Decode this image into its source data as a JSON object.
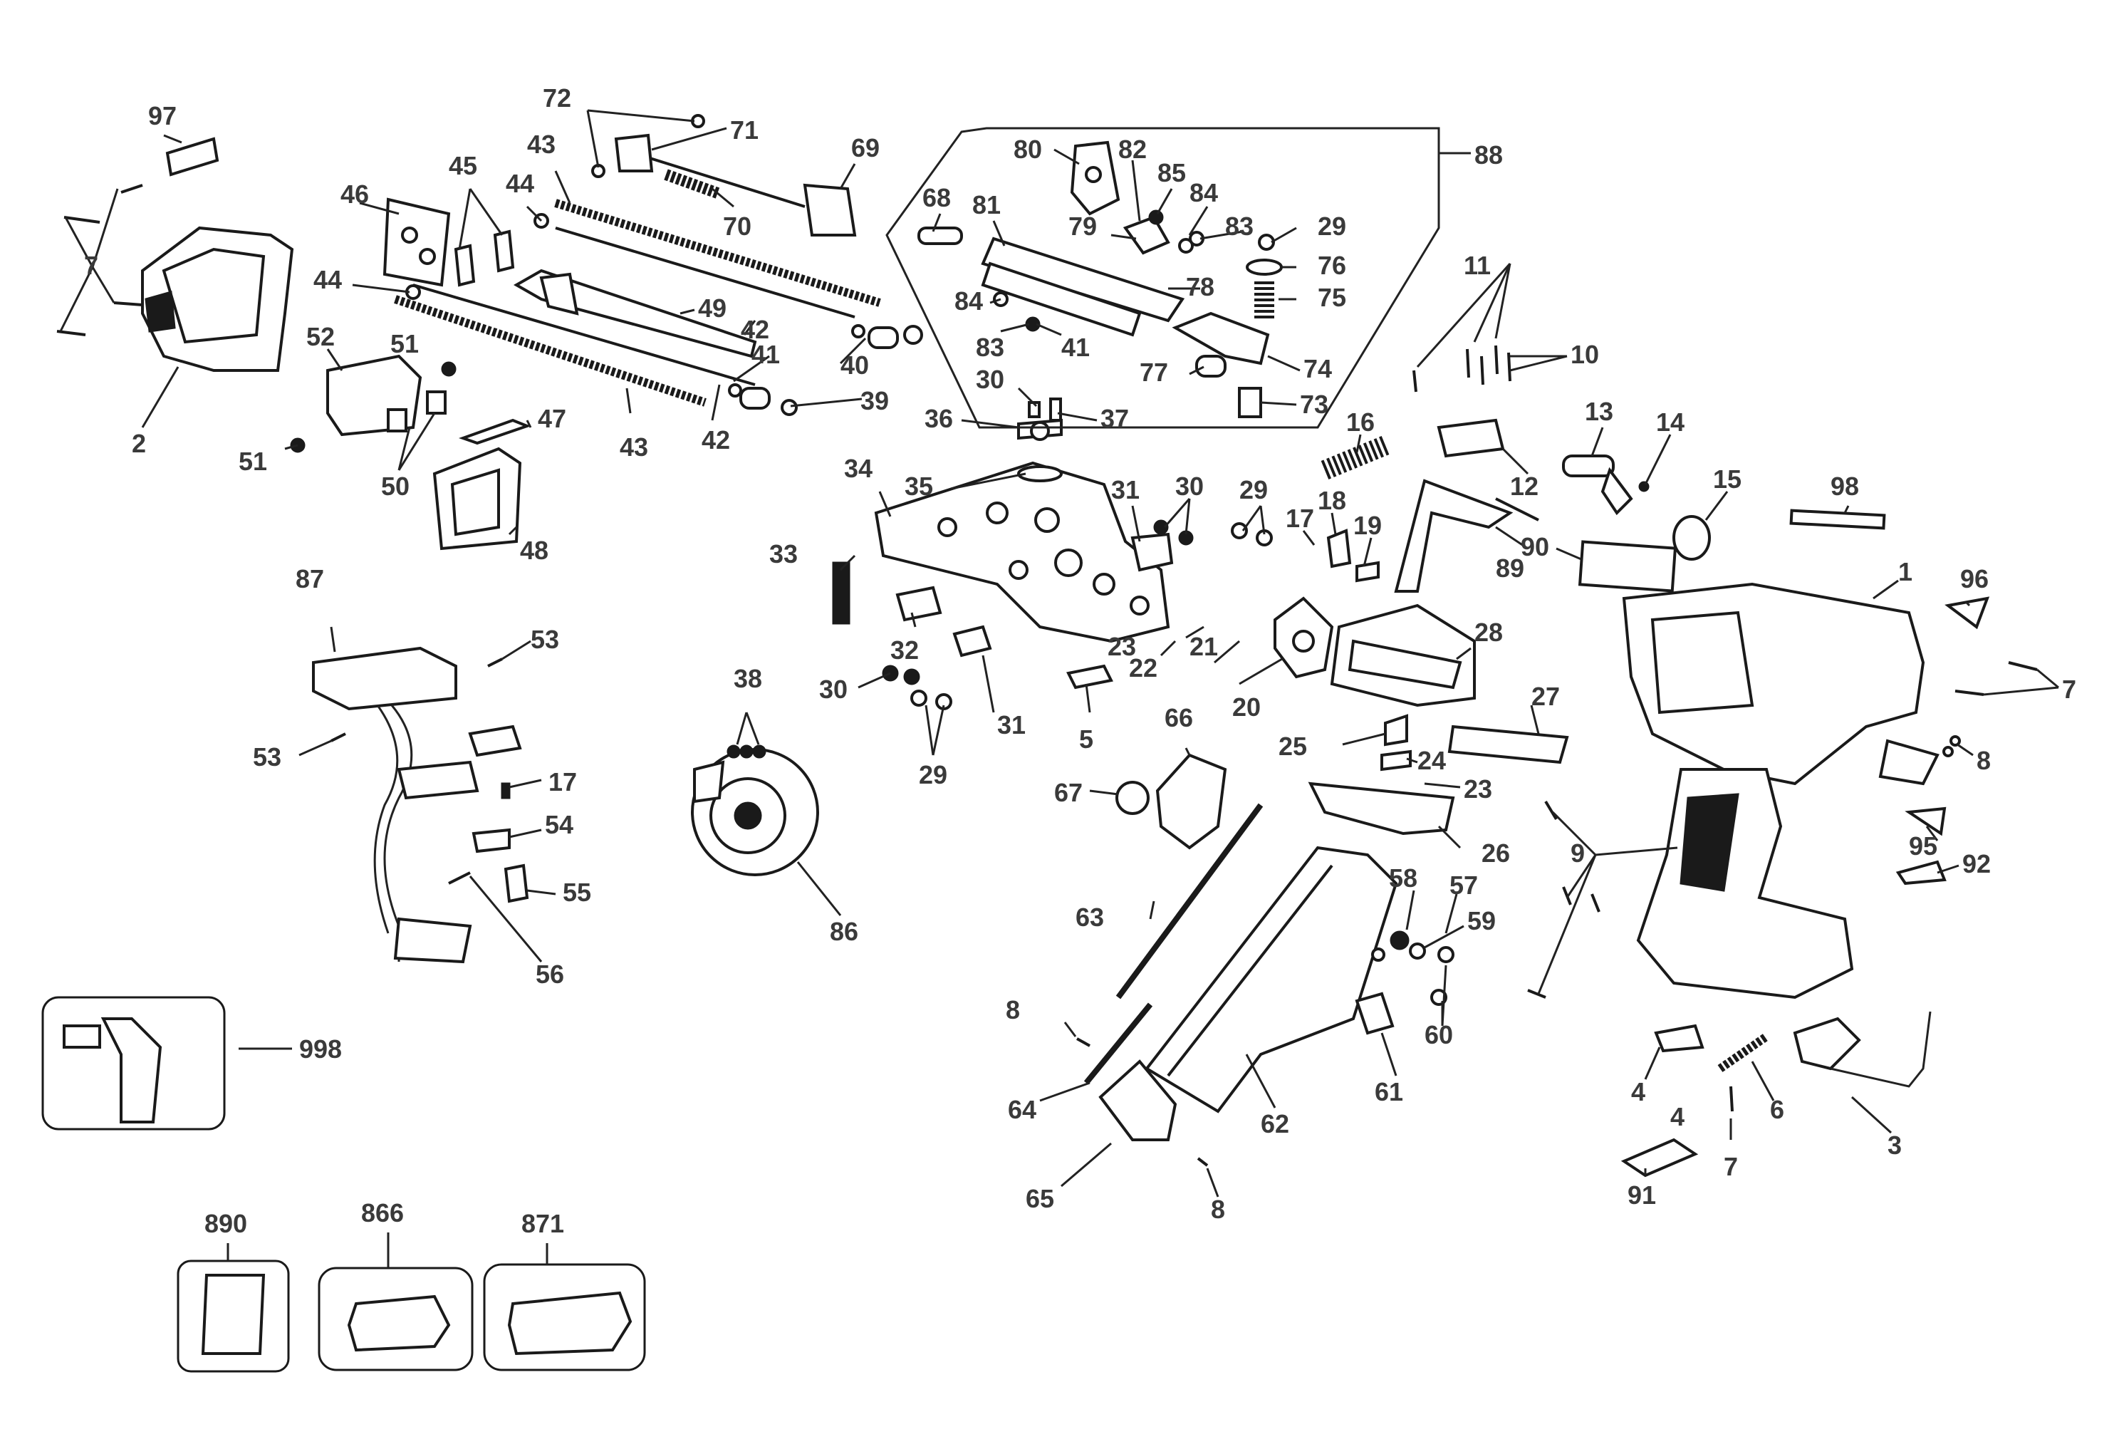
{
  "callouts": {
    "c1": "1",
    "c2": "2",
    "c3": "3",
    "c4a": "4",
    "c4b": "4",
    "c5": "5",
    "c6": "6",
    "c7a": "7",
    "c7b": "7",
    "c7c": "7",
    "c8a": "8",
    "c8b": "8",
    "c8c": "8",
    "c9": "9",
    "c10": "10",
    "c11": "11",
    "c12": "12",
    "c13": "13",
    "c14": "14",
    "c15": "15",
    "c16": "16",
    "c17a": "17",
    "c17b": "17",
    "c18": "18",
    "c19": "19",
    "c20": "20",
    "c21": "21",
    "c22": "22",
    "c23a": "23",
    "c23b": "23",
    "c24": "24",
    "c25": "25",
    "c26": "26",
    "c27": "27",
    "c28": "28",
    "c29a": "29",
    "c29b": "29",
    "c29c": "29",
    "c30a": "30",
    "c30b": "30",
    "c30c": "30",
    "c31a": "31",
    "c31b": "31",
    "c32": "32",
    "c33": "33",
    "c34": "34",
    "c35": "35",
    "c36": "36",
    "c37": "37",
    "c38": "38",
    "c39": "39",
    "c40": "40",
    "c41a": "41",
    "c41b": "41",
    "c42a": "42",
    "c42b": "42",
    "c43a": "43",
    "c43b": "43",
    "c44a": "44",
    "c44b": "44",
    "c45": "45",
    "c46": "46",
    "c47": "47",
    "c48": "48",
    "c49": "49",
    "c50": "50",
    "c51a": "51",
    "c51b": "51",
    "c52": "52",
    "c53a": "53",
    "c53b": "53",
    "c54": "54",
    "c55": "55",
    "c56": "56",
    "c57": "57",
    "c58": "58",
    "c59": "59",
    "c60": "60",
    "c61": "61",
    "c62": "62",
    "c63": "63",
    "c64": "64",
    "c65": "65",
    "c66": "66",
    "c67": "67",
    "c68": "68",
    "c69": "69",
    "c70": "70",
    "c71": "71",
    "c72": "72",
    "c73": "73",
    "c74": "74",
    "c75": "75",
    "c76": "76",
    "c77": "77",
    "c78": "78",
    "c79": "79",
    "c80": "80",
    "c81": "81",
    "c82": "82",
    "c83a": "83",
    "c83b": "83",
    "c84a": "84",
    "c84b": "84",
    "c85": "85",
    "c86": "86",
    "c87": "87",
    "c88": "88",
    "c89": "89",
    "c90": "90",
    "c91": "91",
    "c92": "92",
    "c95": "95",
    "c96": "96",
    "c97": "97",
    "c98": "98",
    "c998": "998",
    "c890": "890",
    "c866": "866",
    "c871": "871"
  },
  "colors": {
    "ink": "#1a1a1a",
    "label": "#3a3a3a",
    "background": "#ffffff"
  }
}
